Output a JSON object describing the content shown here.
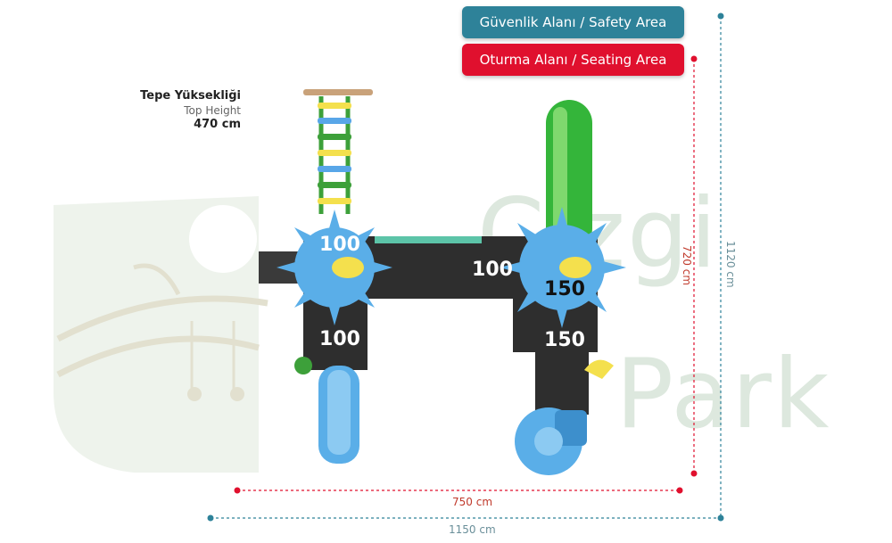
{
  "legend": {
    "safety_area": "Güvenlik Alanı / Safety Area",
    "seating_area": "Oturma Alanı / Seating Area"
  },
  "top_height": {
    "title": "Tepe Yüksekliği",
    "subtitle": "Top Height",
    "value": "470 cm"
  },
  "dimensions": {
    "seating_width": "750 cm",
    "safety_width": "1150 cm",
    "seating_length": "720 cm",
    "safety_length": "1120 cm"
  },
  "deck_heights": {
    "deck_top_left": "100",
    "deck_middle": "100",
    "deck_right_upper": "150",
    "deck_bottom_left": "100",
    "deck_right_lower": "150"
  },
  "watermark": {
    "line1": "Çizgi",
    "line2": "Park"
  },
  "colors": {
    "safety": "#2e8299",
    "seating": "#e0102e",
    "watermark": "#dde8de"
  }
}
